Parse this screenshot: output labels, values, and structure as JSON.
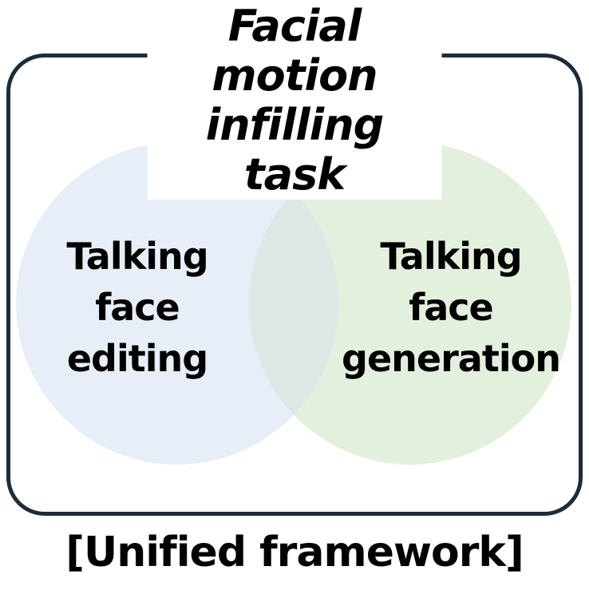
{
  "title": "Facial motion\ninfilling task",
  "frame": {
    "border_color": "#1d2c38"
  },
  "venn": {
    "left": {
      "label": "Talking\nface\nediting",
      "color": "#e8eef8"
    },
    "right": {
      "label": "Talking\nface\ngeneration",
      "color": "#e4f0de"
    },
    "overlap_color": "#dde7e5"
  },
  "caption": "[Unified framework]"
}
